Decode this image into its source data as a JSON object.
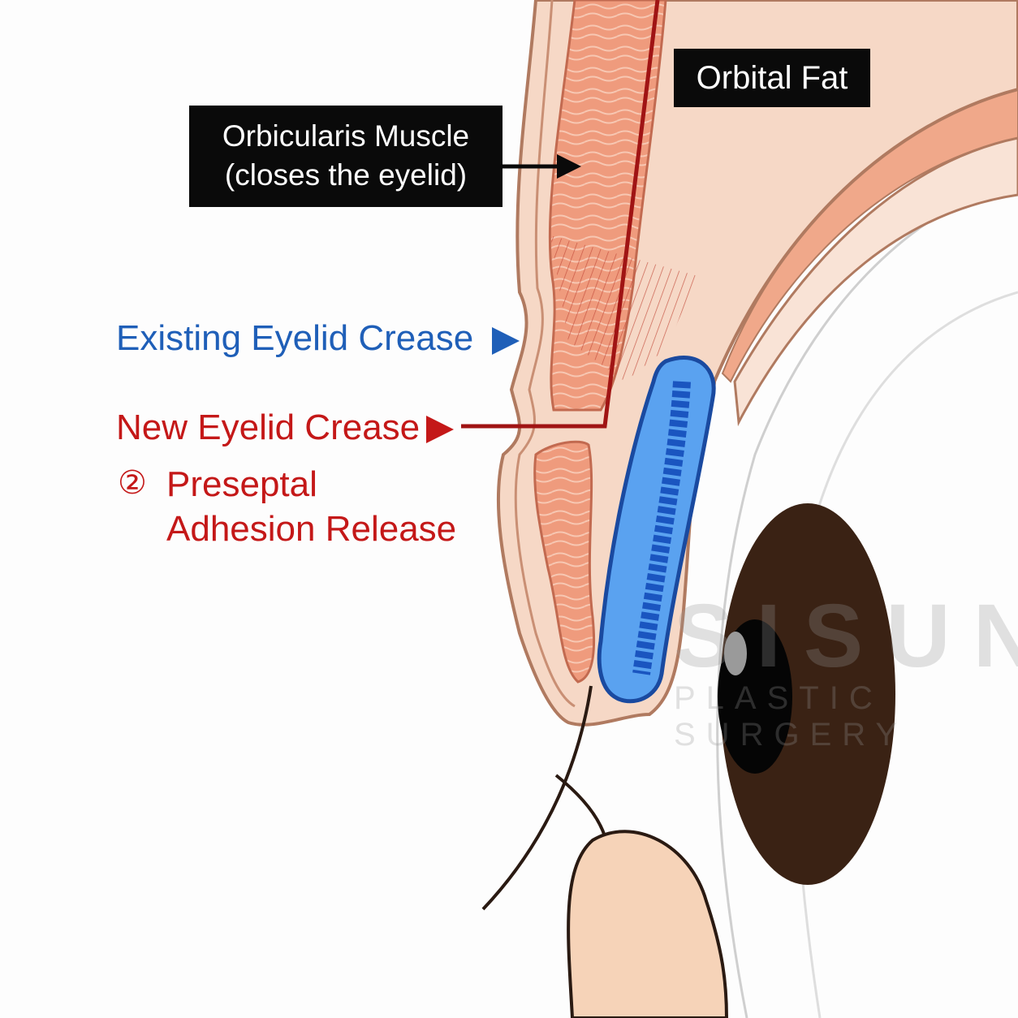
{
  "labels": {
    "orbicularis_line1": "Orbicularis Muscle",
    "orbicularis_line2": "(closes the eyelid)",
    "orbital_fat": "Orbital Fat",
    "existing_crease": "Existing Eyelid Crease",
    "new_crease": "New Eyelid Crease",
    "step_number": "②",
    "step_line1": "Preseptal",
    "step_line2": "Adhesion Release"
  },
  "watermark": {
    "brand": "SISUN",
    "subtitle": "PLASTIC SURGERY"
  },
  "colors": {
    "label_box": "#0a0a0a",
    "existing_crease": "#1f5fb8",
    "new_crease": "#c41818",
    "skin": "#f6d8c6",
    "muscle": "#ef9b7d",
    "fat": "#f3dc90",
    "implant": "#2f6fd0",
    "iris": "#3a2214"
  }
}
